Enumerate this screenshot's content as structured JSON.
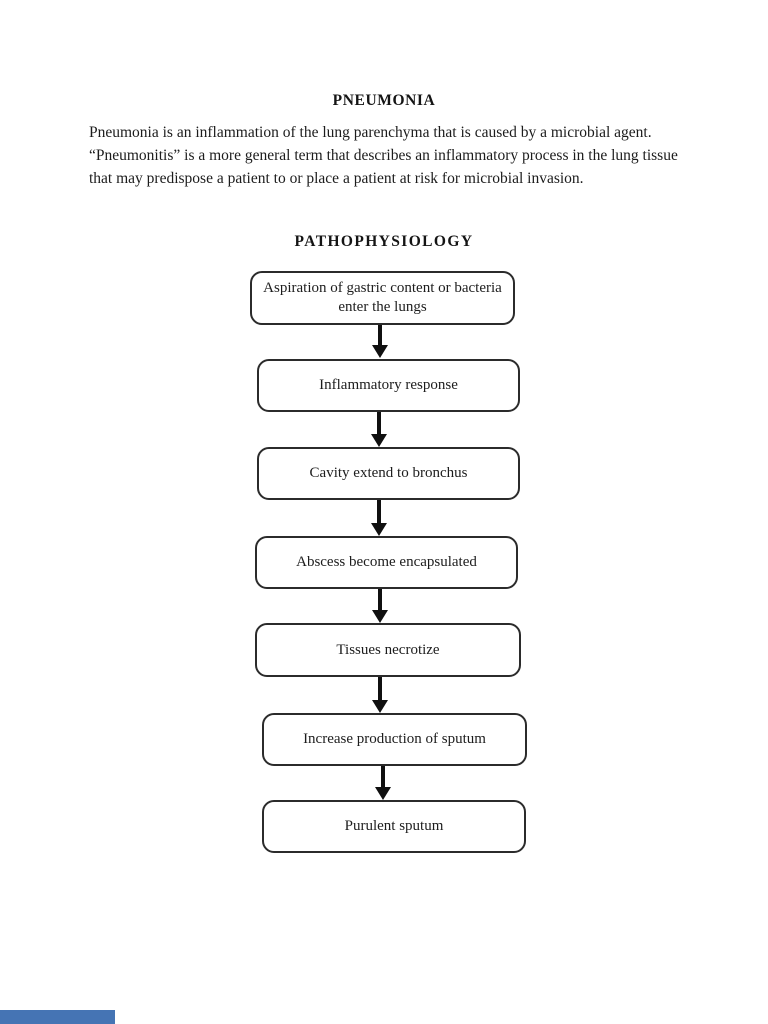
{
  "page": {
    "title": "PNEUMONIA",
    "intro_lines": [
      "Pneumonia is an inflammation of the lung parenchyma that is caused by a microbial agent.",
      "“Pneumonitis” is a more general term that describes an inflammatory process in the lung tissue",
      "that may predispose a patient to or place a patient at risk for microbial invasion."
    ],
    "section_heading": "PATHOPHYSIOLOGY"
  },
  "flowchart": {
    "connector": "arrow-down",
    "steps": [
      {
        "lines": [
          "Aspiration of gastric content or bacteria",
          "enter the lungs"
        ]
      },
      {
        "lines": [
          "Inflammatory response"
        ]
      },
      {
        "lines": [
          "Cavity extend to bronchus"
        ]
      },
      {
        "lines": [
          "Abscess become encapsulated"
        ]
      },
      {
        "lines": [
          "Tissues necrotize"
        ]
      },
      {
        "lines": [
          "Increase production of sputum"
        ]
      },
      {
        "lines": [
          "Purulent sputum"
        ]
      }
    ]
  },
  "colors": {
    "page_background": "#ffffff",
    "text": "#1c1c1c",
    "box_border": "#2b2b2b",
    "arrow": "#101010",
    "progress_bar": "#4574b4"
  }
}
